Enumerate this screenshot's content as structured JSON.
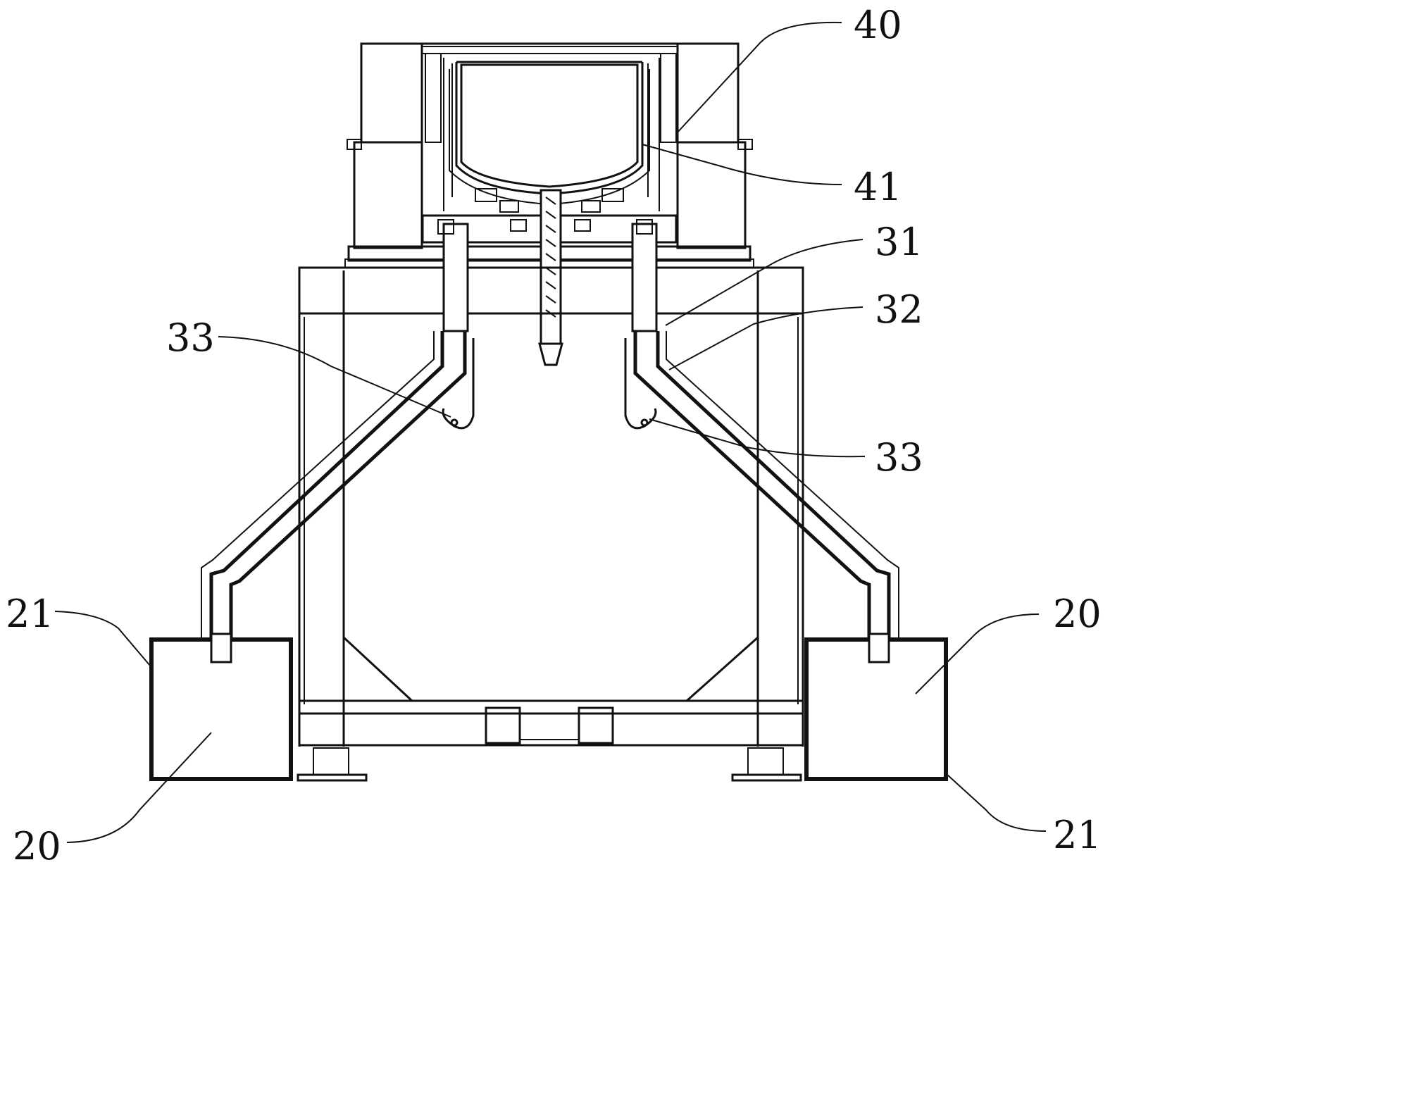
{
  "labels": {
    "l40": "40",
    "l41": "41",
    "l31": "31",
    "l32": "32",
    "l33_left": "33",
    "l33_right": "33",
    "l21_left": "21",
    "l20_right": "20",
    "l20_left": "20",
    "l21_right": "21"
  },
  "colors": {
    "line": "#111111",
    "background": "#ffffff"
  }
}
